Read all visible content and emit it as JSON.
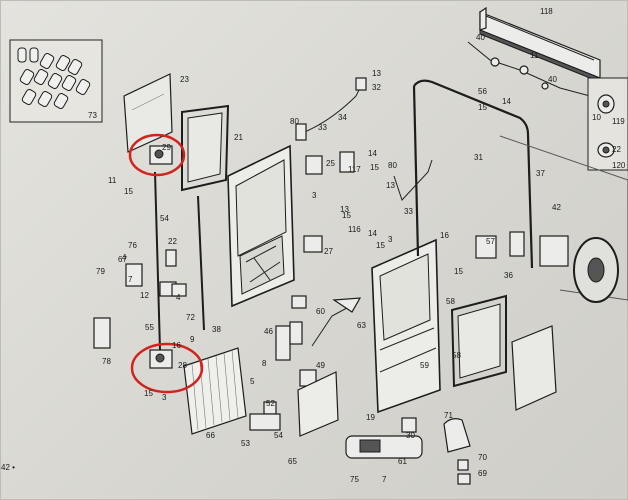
{
  "page_number": "42 •",
  "highlight_color": "#d4221c",
  "callouts": [
    "118",
    "40",
    "11",
    "40",
    "13",
    "32",
    "56",
    "14",
    "15",
    "23",
    "73",
    "29",
    "21",
    "80",
    "33",
    "34",
    "14",
    "15",
    "10",
    "119",
    "22",
    "120",
    "11",
    "15",
    "54",
    "31",
    "33",
    "80",
    "13",
    "37",
    "25",
    "117",
    "3",
    "13",
    "15",
    "42",
    "76",
    "22",
    "116",
    "14",
    "15",
    "16",
    "3",
    "57",
    "4",
    "67",
    "79",
    "12",
    "4",
    "15",
    "7",
    "27",
    "36",
    "58",
    "55",
    "72",
    "38",
    "46",
    "60",
    "63",
    "9",
    "78",
    "16",
    "28",
    "8",
    "49",
    "58",
    "15",
    "3",
    "52",
    "54",
    "5",
    "59",
    "66",
    "53",
    "65",
    "19",
    "30",
    "75",
    "71",
    "70",
    "61",
    "69",
    "7"
  ],
  "highlighted_parts": [
    "29",
    "28"
  ]
}
